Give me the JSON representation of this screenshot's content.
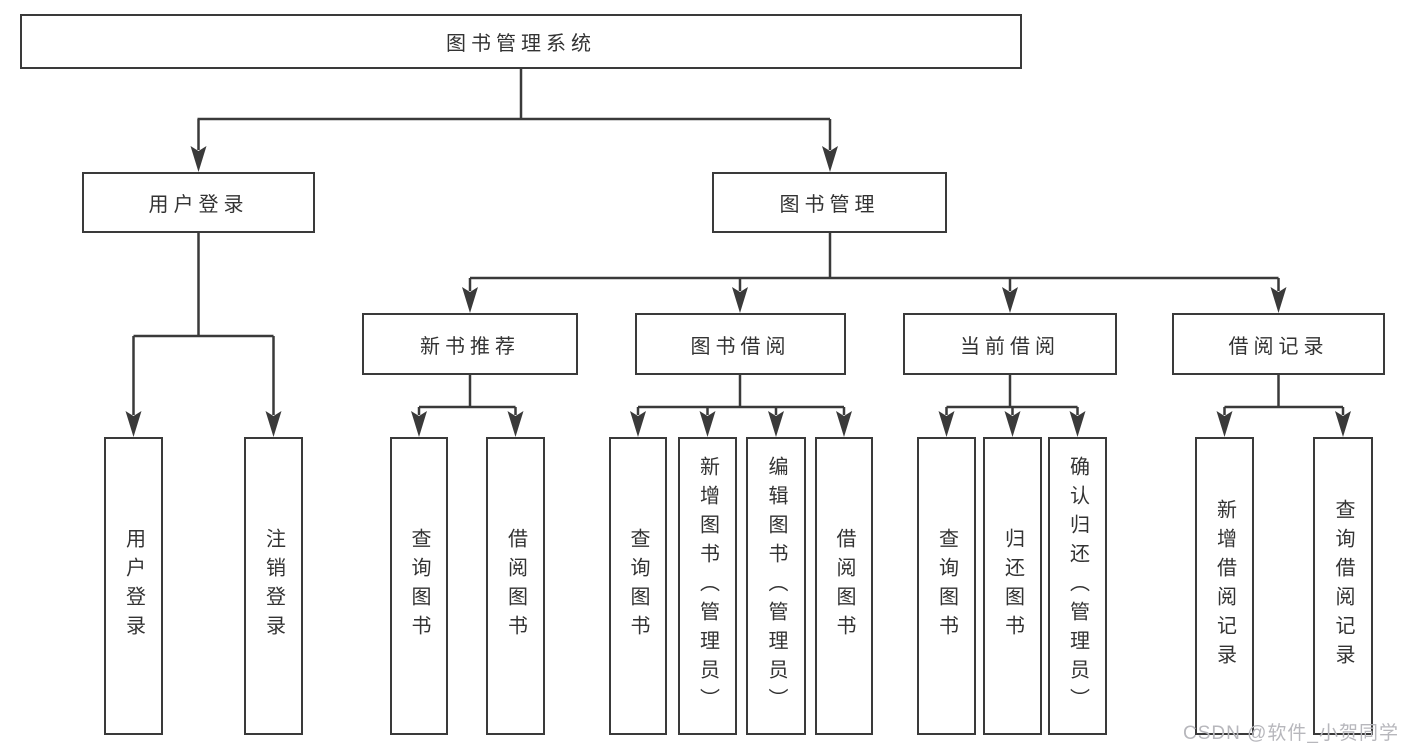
{
  "diagram_title": "图书管理系统",
  "colors": {
    "line": "#3a3a3a",
    "box_border": "#3a3a3a",
    "box_fill": "#ffffff",
    "text": "#333333",
    "watermark": "#b7b7bc",
    "background": "#ffffff"
  },
  "tree": {
    "root": {
      "label": "图书管理系统"
    },
    "branches": [
      {
        "label": "用户登录",
        "children": [
          {
            "label": "用户登录"
          },
          {
            "label": "注销登录"
          }
        ]
      },
      {
        "label": "图书管理",
        "children": [
          {
            "label": "新书推荐",
            "children": [
              {
                "label": "查询图书"
              },
              {
                "label": "借阅图书"
              }
            ]
          },
          {
            "label": "图书借阅",
            "children": [
              {
                "label": "查询图书"
              },
              {
                "label": "新增图书（管理员）"
              },
              {
                "label": "编辑图书（管理员）"
              },
              {
                "label": "借阅图书"
              }
            ]
          },
          {
            "label": "当前借阅",
            "children": [
              {
                "label": "查询图书"
              },
              {
                "label": "归还图书"
              },
              {
                "label": "确认归还（管理员）"
              }
            ]
          },
          {
            "label": "借阅记录",
            "children": [
              {
                "label": "新增借阅记录"
              },
              {
                "label": "查询借阅记录"
              }
            ]
          }
        ]
      }
    ]
  },
  "watermark": "CSDN @软件_小贺同学"
}
